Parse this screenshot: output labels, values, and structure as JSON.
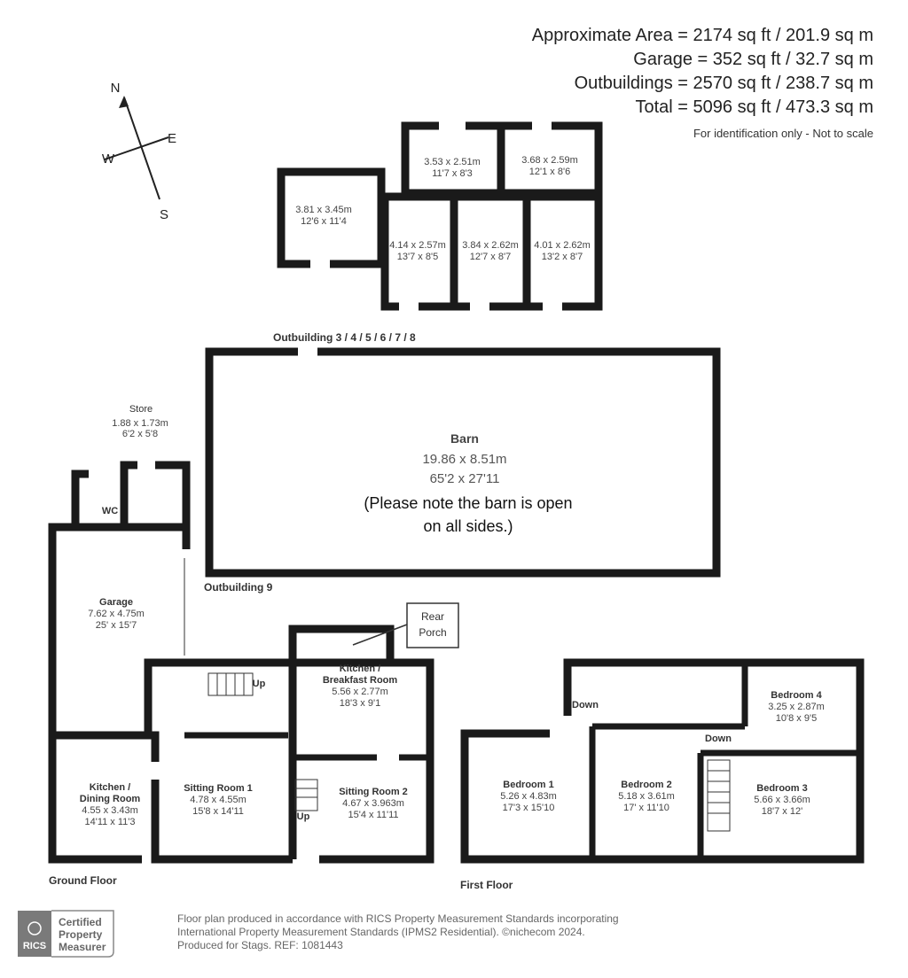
{
  "header": {
    "approx_area": "Approximate Area = 2174 sq ft / 201.9 sq m",
    "garage": "Garage = 352 sq ft / 32.7 sq m",
    "outbuildings": "Outbuildings = 2570 sq ft / 238.7 sq m",
    "total": "Total = 5096 sq ft / 473.3 sq m",
    "disclaimer": "For identification only - Not to scale"
  },
  "compass": {
    "n": "N",
    "e": "E",
    "s": "S",
    "w": "W"
  },
  "outbuildings": {
    "label": "Outbuilding 3 / 4 / 5 / 6 / 7 / 8",
    "rooms": [
      {
        "metric": "3.81 x 3.45m",
        "imperial": "12'6 x 11'4"
      },
      {
        "metric": "3.53 x 2.51m",
        "imperial": "11'7 x 8'3"
      },
      {
        "metric": "3.68 x 2.59m",
        "imperial": "12'1 x 8'6"
      },
      {
        "metric": "4.14 x 2.57m",
        "imperial": "13'7 x 8'5"
      },
      {
        "metric": "3.84 x 2.62m",
        "imperial": "12'7 x 8'7"
      },
      {
        "metric": "4.01 x 2.62m",
        "imperial": "13'2 x 8'7"
      }
    ]
  },
  "barn": {
    "label": "Outbuilding 9",
    "name": "Barn",
    "metric": "19.86 x 8.51m",
    "imperial": "65'2 x 27'11",
    "note_line1": "(Please note the barn is open",
    "note_line2": "on all sides.)"
  },
  "ground_floor": {
    "label": "Ground Floor",
    "store": {
      "name": "Store",
      "metric": "1.88 x 1.73m",
      "imperial": "6'2 x 5'8"
    },
    "wc": "WC",
    "garage": {
      "name": "Garage",
      "metric": "7.62 x 4.75m",
      "imperial": "25' x 15'7"
    },
    "rear_porch_line1": "Rear",
    "rear_porch_line2": "Porch",
    "up": "Up",
    "kitchen_breakfast": {
      "name1": "Kitchen /",
      "name2": "Breakfast Room",
      "metric": "5.56 x 2.77m",
      "imperial": "18'3 x 9'1"
    },
    "kitchen_dining": {
      "name1": "Kitchen /",
      "name2": "Dining Room",
      "metric": "4.55 x 3.43m",
      "imperial": "14'11 x 11'3"
    },
    "sitting1": {
      "name": "Sitting Room 1",
      "metric": "4.78 x 4.55m",
      "imperial": "15'8 x 14'11"
    },
    "sitting2": {
      "name": "Sitting Room 2",
      "metric": "4.67 x 3.963m",
      "imperial": "15'4 x 11'11"
    }
  },
  "first_floor": {
    "label": "First Floor",
    "down": "Down",
    "bedroom1": {
      "name": "Bedroom 1",
      "metric": "5.26 x 4.83m",
      "imperial": "17'3 x 15'10"
    },
    "bedroom2": {
      "name": "Bedroom 2",
      "metric": "5.18 x 3.61m",
      "imperial": "17' x 11'10"
    },
    "bedroom3": {
      "name": "Bedroom 3",
      "metric": "5.66 x 3.66m",
      "imperial": "18'7 x 12'"
    },
    "bedroom4": {
      "name": "Bedroom 4",
      "metric": "3.25 x 2.87m",
      "imperial": "10'8 x 9'5"
    }
  },
  "footer": {
    "badge_rics": "RICS",
    "badge_line1": "Certified",
    "badge_line2": "Property",
    "badge_line3": "Measurer",
    "line1": "Floor plan produced in accordance with RICS Property Measurement Standards incorporating",
    "line2": "International Property Measurement Standards (IPMS2 Residential).  ©nichecom 2024.",
    "line3": "Produced for Stags.   REF: 1081443"
  }
}
